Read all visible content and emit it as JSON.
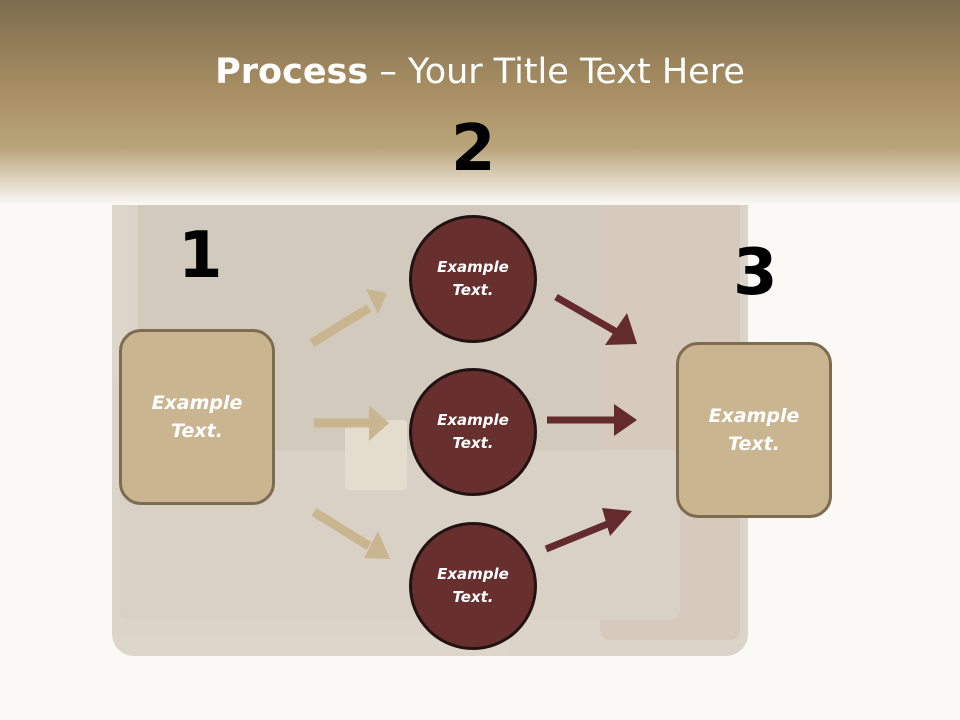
{
  "title": {
    "bold": "Process",
    "rest": " – Your Title Text Here"
  },
  "steps": {
    "one": "1",
    "two": "2",
    "three": "3"
  },
  "left_box": {
    "line1": "Example",
    "line2": "Text."
  },
  "right_box": {
    "line1": "Example",
    "line2": "Text."
  },
  "circles": [
    {
      "line1": "Example",
      "line2": "Text."
    },
    {
      "line1": "Example",
      "line2": "Text."
    },
    {
      "line1": "Example",
      "line2": "Text."
    }
  ],
  "colors": {
    "header_band": "#8b7b5a",
    "box_fill": "#c9b58f",
    "circle_fill": "#672f2d",
    "arrow_tan": "#c9b58f",
    "arrow_maroon": "#632b2b"
  }
}
